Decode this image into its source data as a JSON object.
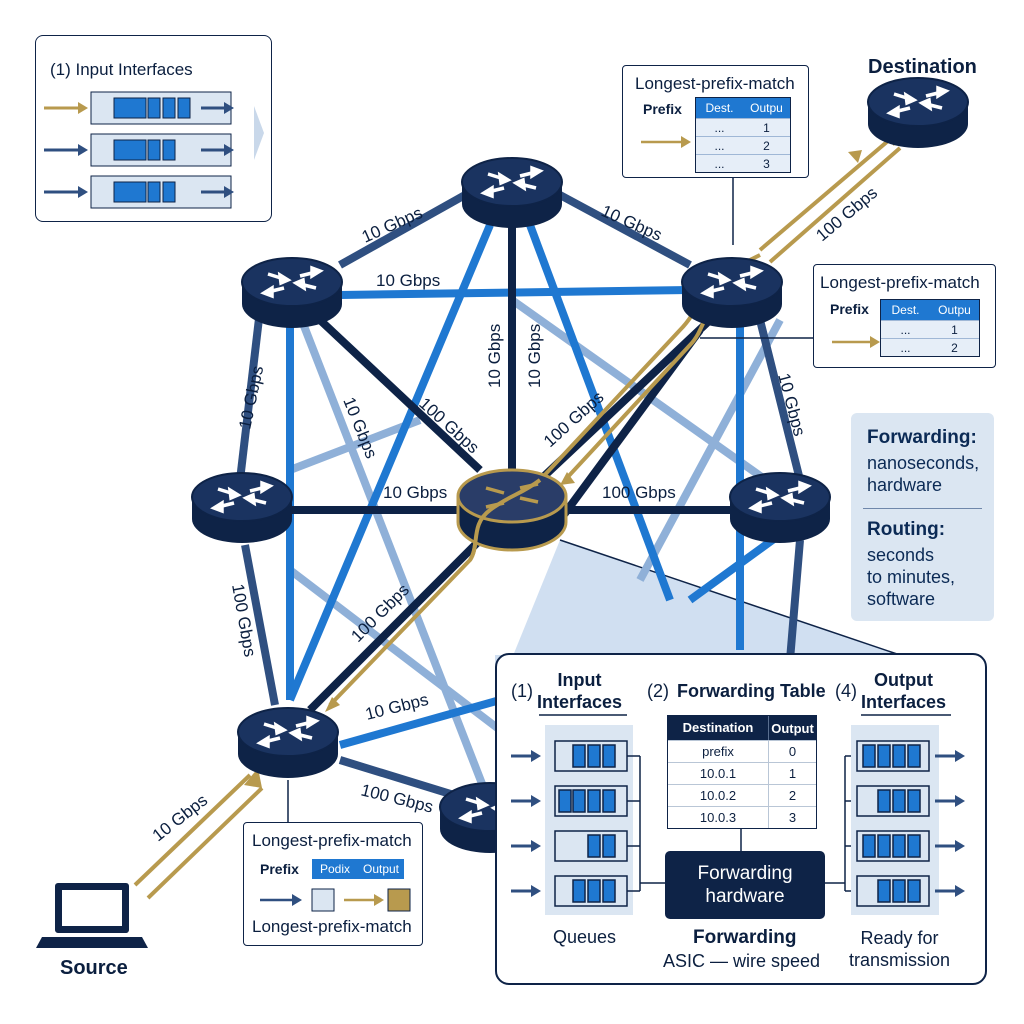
{
  "input_box": {
    "label": "(1) Input Interfaces"
  },
  "lpm_top": {
    "title": "Longest-prefix-match",
    "prefix": "Prefix",
    "col1": "Dest.",
    "col2": "Outpu",
    "rows": [
      {
        "a": "...",
        "b": "1"
      },
      {
        "a": "...",
        "b": "2"
      },
      {
        "a": "...",
        "b": "3"
      }
    ]
  },
  "lpm_right": {
    "title": "Longest-prefix-match",
    "prefix": "Prefix",
    "col1": "Dest.",
    "col2": "Outpu",
    "rows": [
      {
        "a": "...",
        "b": "1"
      },
      {
        "a": "...",
        "b": "2"
      }
    ]
  },
  "lpm_bottom": {
    "title": "Longest-prefix-match",
    "prefix": "Prefix",
    "col1": "Podix",
    "col2": "Output",
    "footer": "Longest-prefix-match"
  },
  "nodes": {
    "destination": "Destination",
    "source": "Source"
  },
  "links": {
    "top_left": "10 Gbps",
    "top_right": "10 Gbps",
    "upper_mid": "10 Gbps",
    "left_vert": "10 Gbps",
    "left_diag": "10 Gbps",
    "center_v1": "10 Gbps",
    "center_v2": "10 Gbps",
    "diag_ul_center": "100 Gbps",
    "center_ur": "100 Gbps",
    "right_vert": "10 Gbps",
    "mid_left": "10 Gbps",
    "mid_right": "100 Gbps",
    "low_left_vert": "100 Gbps",
    "center_ll": "100 Gbps",
    "ll_right": "10 Gbps",
    "ll_bottom": "100 Gbps",
    "source_link": "10 Gbps",
    "dest_link": "100 Gbps"
  },
  "sidebox": {
    "fwd_head": "Forwarding:",
    "fwd_body": "nanoseconds,\nhardware",
    "rt_head": "Routing:",
    "rt_body": "seconds\nto minutes,\nsoftware"
  },
  "zoom": {
    "in_num": "(1)",
    "in_title": "Input\nInterfaces",
    "fwd_num": "(2)",
    "fwd_title": "Forwarding Table",
    "out_num": "(4)",
    "out_title": "Output\nInterfaces",
    "table_head": [
      "Destination",
      "Output"
    ],
    "table_rows": [
      [
        "prefix",
        "0"
      ],
      [
        "10.0.1",
        "1"
      ],
      [
        "10.0.2",
        "2"
      ],
      [
        "10.0.3",
        "3"
      ]
    ],
    "hw_label": "Forwarding\nhardware",
    "queues": "Queues",
    "fwd_caption": "Forwarding",
    "fwd_sub": "ASIC — wire speed",
    "ready": "Ready for\ntransmission"
  },
  "colors": {
    "navy": "#0e2347",
    "blue": "#1f78d1",
    "light_blue": "#8fb0d8",
    "gold": "#b89a4e"
  }
}
